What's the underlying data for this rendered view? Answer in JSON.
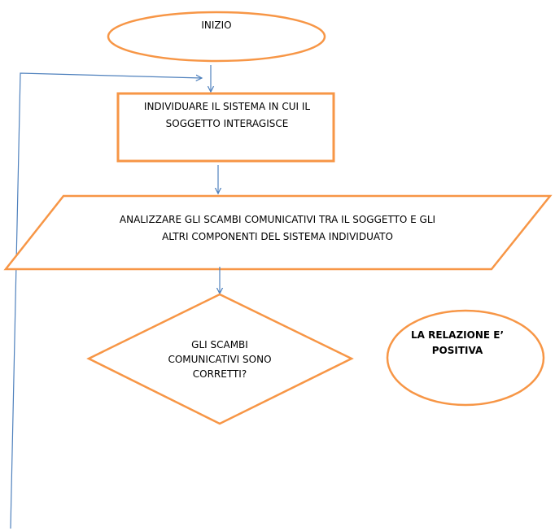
{
  "colors": {
    "shape_stroke": "#f79646",
    "connector": "#4f81bd"
  },
  "start": {
    "label": "INIZIO"
  },
  "step1": {
    "lines": [
      "INDIVIDUARE IL SISTEMA  IN CUI IL",
      "SOGGETTO INTERAGISCE"
    ]
  },
  "step2": {
    "lines": [
      "ANALIZZARE GLI SCAMBI COMUNICATIVI TRA IL SOGGETTO E GLI",
      "ALTRI COMPONENTI DEL SISTEMA INDIVIDUATO"
    ]
  },
  "decision": {
    "lines": [
      "GLI SCAMBI",
      "COMUNICATIVI SONO",
      "CORRETTI?"
    ]
  },
  "end": {
    "lines": [
      "LA RELAZIONE E’",
      "POSITIVA"
    ]
  }
}
